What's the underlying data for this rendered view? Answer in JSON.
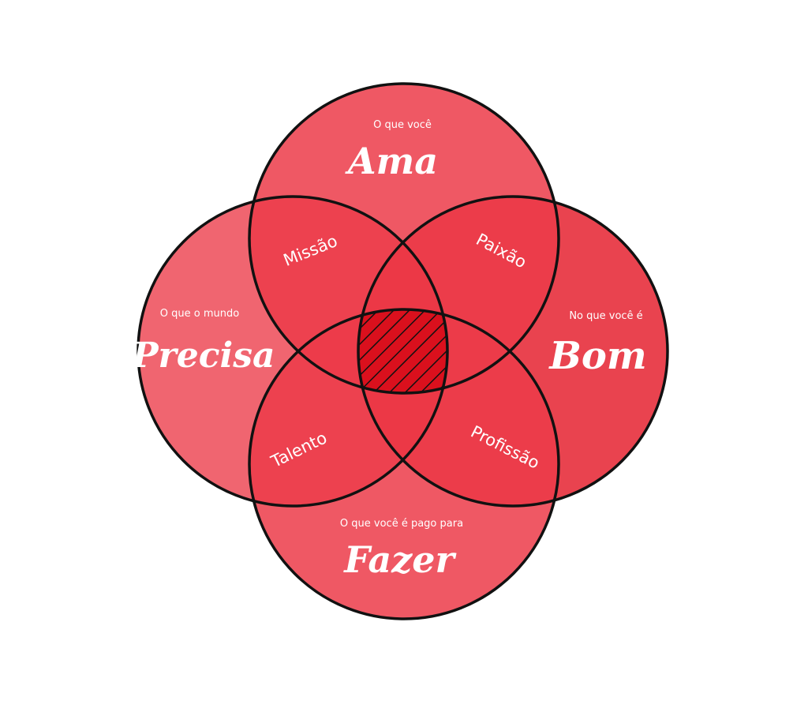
{
  "circles": {
    "top": {
      "caption": "O que você",
      "title": "Ama"
    },
    "left": {
      "caption": "O que o mundo",
      "title": "Precisa"
    },
    "right": {
      "caption": "No que você é",
      "title": "Bom"
    },
    "bottom": {
      "caption": "O que você é pago para",
      "title": "Fazer"
    }
  },
  "overlaps": {
    "top_left": "Missão",
    "top_right": "Paixão",
    "bottom_left": "Talento",
    "bottom_right": "Profissão"
  },
  "colors": {
    "circle_fill": "#E8202C",
    "outline": "#111111",
    "center_fill": "#D8101C",
    "text": "#FFFFFF",
    "background": "#FFFFFF"
  }
}
